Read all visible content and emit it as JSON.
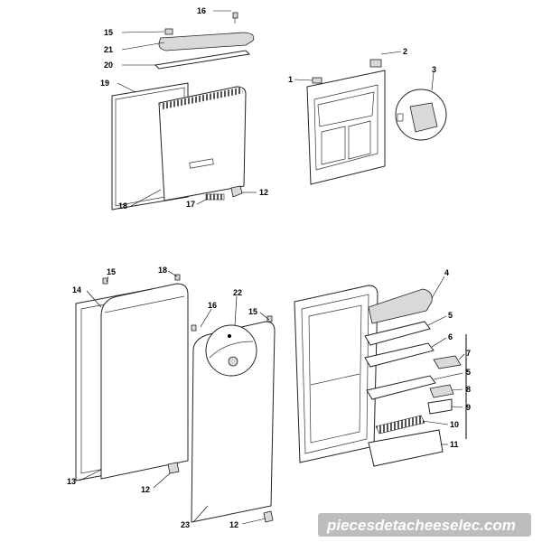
{
  "labels": {
    "n1": "1",
    "n2": "2",
    "n3": "3",
    "n15a": "15",
    "n16a": "16",
    "n21": "21",
    "n20": "20",
    "n19": "19",
    "n18a": "18",
    "n17": "17",
    "n12a": "12",
    "n15b": "15",
    "n18b": "18",
    "n14": "14",
    "n22": "22",
    "n16b": "16",
    "n15c": "15",
    "n13": "13",
    "n12b": "12",
    "n23": "23",
    "n12c": "12",
    "n4": "4",
    "n5a": "5",
    "n6": "6",
    "n7": "7",
    "n5b": "5",
    "n8": "8",
    "n9": "9",
    "n10": "10",
    "n11": "11"
  },
  "watermark": "piecesdetacheeselec.com",
  "colors": {
    "watermark_bg": "#bdbdbd",
    "line": "#222222"
  }
}
